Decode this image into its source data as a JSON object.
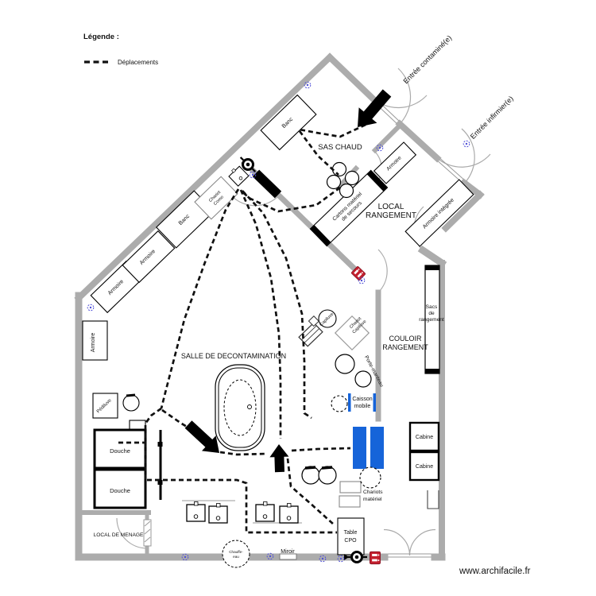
{
  "legend": {
    "title": "Légende :",
    "item": "Déplacements"
  },
  "entrances": {
    "contaminated": "Entrée contaminé(e)",
    "nurse": "Entrée infirmier(e)"
  },
  "rooms": {
    "sas_chaud": "SAS CHAUD",
    "local_rangement_1": "LOCAL",
    "local_rangement_2": "RANGEMENT",
    "salle_decontamination": "SALLE DE DECONTAMINATION",
    "couloir_1": "COULOIR",
    "couloir_2": "RANGEMENT",
    "local_menage": "LOCAL DE MENAGE"
  },
  "furniture": {
    "banc": "Banc",
    "armoire": "Armoire",
    "chariot_como_1": "Chariot",
    "chariot_como_2": "Como",
    "cartons_1": "Cartons matériel",
    "cartons_2": "de secours",
    "armoire_integree": "Armoire intégrée",
    "sacs_1": "Sacs",
    "sacs_2": "de",
    "sacs_3": "rangement",
    "capiluve": "Capiluve",
    "chariot_capiluve_1": "Chariot",
    "chariot_capiluve_2": "Capiluve",
    "porte_manteau": "Porte-manteau",
    "caisson_1": "Caisson",
    "caisson_2": "mobile",
    "cabine": "Cabine",
    "chariots_materiel_1": "Chariots",
    "chariots_materiel_2": "matériel",
    "table_cpo_1": "Table",
    "table_cpo_2": "CPO",
    "douche": "Douche",
    "pediluve": "Pédiluve",
    "miroir": "Miroir",
    "chauffe_eau_1": "Chauffe-",
    "chauffe_eau_2": "eau"
  },
  "watermark": "www.archifacile.fr",
  "colors": {
    "wall": "#ACACAC",
    "accent_blue": "#1664D9",
    "entrance_blue": "#3B94E8",
    "legend_blue": "#1414CC",
    "icon_red": "#C3202E",
    "fixture_blue": "#5050D8"
  }
}
